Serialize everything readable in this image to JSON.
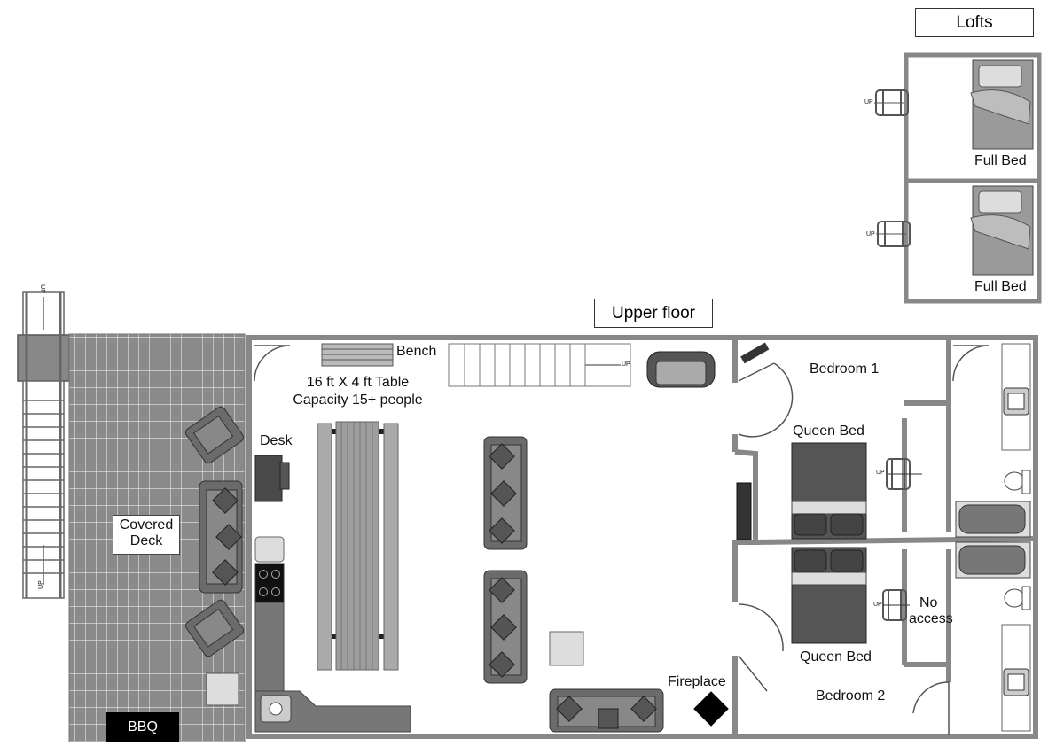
{
  "labels": {
    "lofts": "Lofts",
    "upper_floor": "Upper floor",
    "full_bed_1": "Full Bed",
    "full_bed_2": "Full Bed",
    "bench": "Bench",
    "table_line1": "16 ft X 4 ft Table",
    "table_line2": "Capacity 15+ people",
    "desk": "Desk",
    "covered_deck_line1": "Covered",
    "covered_deck_line2": "Deck",
    "bbq": "BBQ",
    "fireplace": "Fireplace",
    "bedroom_1": "Bedroom 1",
    "bedroom_2": "Bedroom 2",
    "queen_bed_1": "Queen Bed",
    "queen_bed_2": "Queen Bed",
    "no_access_line1": "No",
    "no_access_line2": "access",
    "up": "UP"
  },
  "colors": {
    "wall": "#888888",
    "wall_stroke": "#555555",
    "deck": "#8c8c8c",
    "furniture": "#6b6b6b",
    "dark_furniture": "#4a4a4a",
    "bbq": "#000000",
    "fixture_fill": "#d9d9d9"
  }
}
